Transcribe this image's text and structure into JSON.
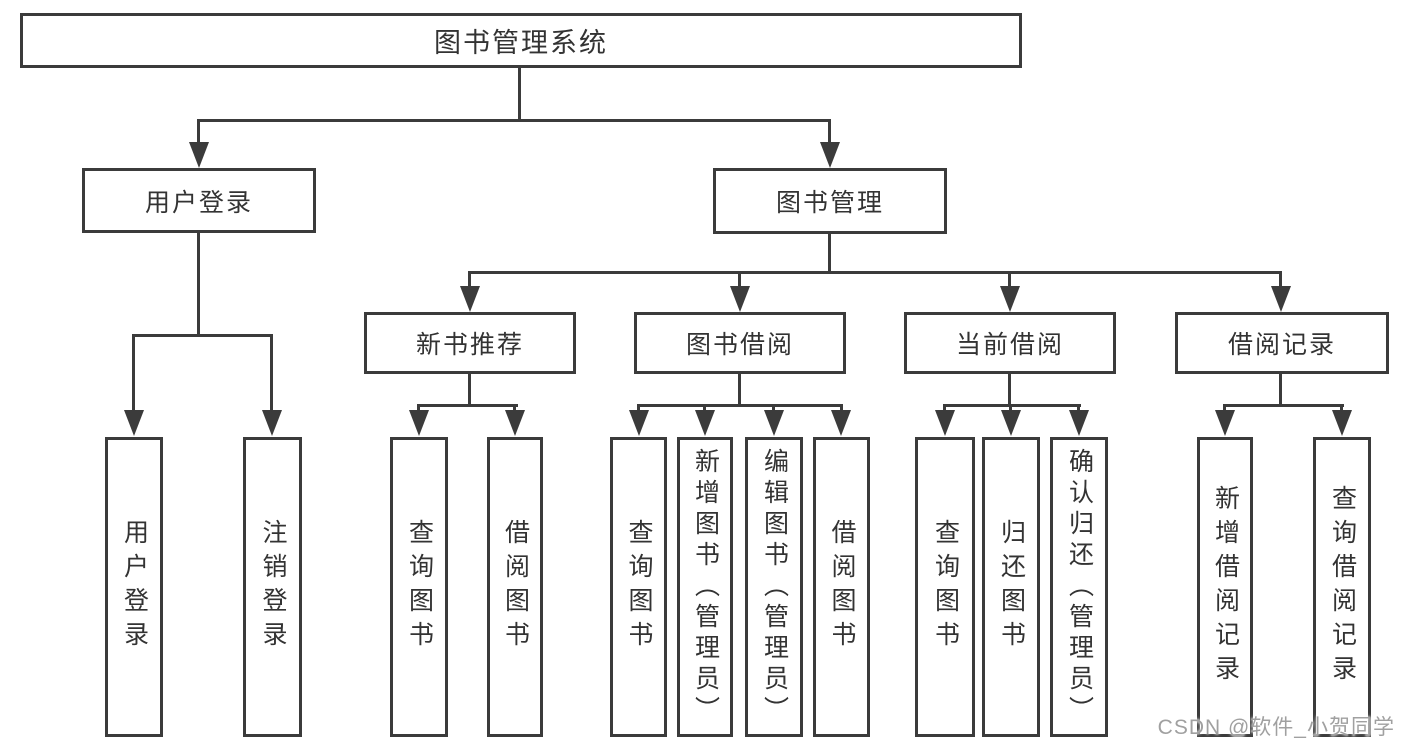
{
  "colors": {
    "line": "#3b3b3b",
    "text": "#333333",
    "watermark": "#a0a0a0",
    "background": "#ffffff"
  },
  "root": {
    "label": "图书管理系统"
  },
  "level2": [
    {
      "label": "用户登录"
    },
    {
      "label": "图书管理"
    }
  ],
  "level3": [
    {
      "label": "新书推荐",
      "parent": "图书管理"
    },
    {
      "label": "图书借阅",
      "parent": "图书管理"
    },
    {
      "label": "当前借阅",
      "parent": "图书管理"
    },
    {
      "label": "借阅记录",
      "parent": "图书管理"
    }
  ],
  "leaves": [
    {
      "label": "用户登录",
      "parent": "用户登录"
    },
    {
      "label": "注销登录",
      "parent": "用户登录"
    },
    {
      "label": "查询图书",
      "parent": "新书推荐"
    },
    {
      "label": "借阅图书",
      "parent": "新书推荐"
    },
    {
      "label": "查询图书",
      "parent": "图书借阅"
    },
    {
      "label": "新增图书（管理员）",
      "parent": "图书借阅"
    },
    {
      "label": "编辑图书（管理员）",
      "parent": "图书借阅"
    },
    {
      "label": "借阅图书",
      "parent": "图书借阅"
    },
    {
      "label": "查询图书",
      "parent": "当前借阅"
    },
    {
      "label": "归还图书",
      "parent": "当前借阅"
    },
    {
      "label": "确认归还（管理员）",
      "parent": "当前借阅"
    },
    {
      "label": "新增借阅记录",
      "parent": "借阅记录"
    },
    {
      "label": "查询借阅记录",
      "parent": "借阅记录"
    }
  ],
  "watermark": {
    "text": "CSDN @软件_小贺同学"
  }
}
